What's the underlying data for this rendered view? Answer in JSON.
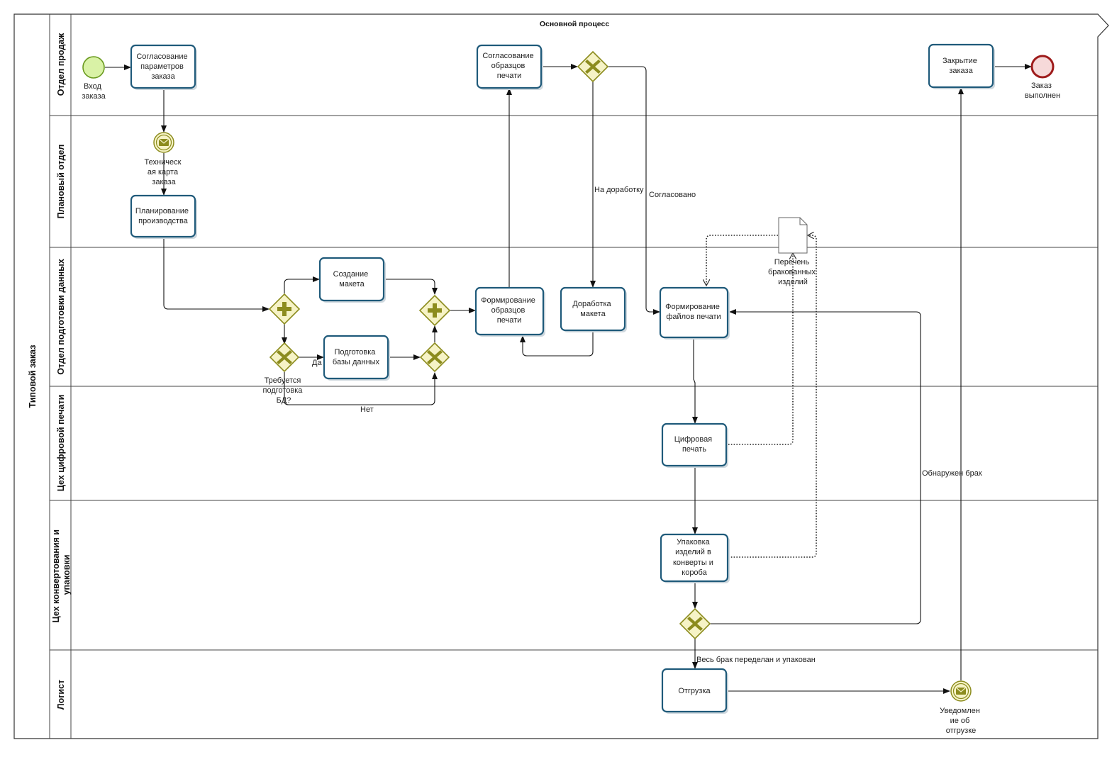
{
  "diagram": {
    "pool": {
      "title": "Типовой заказ"
    },
    "process": {
      "title": "Основной процесс"
    },
    "lanes": [
      {
        "id": "sales",
        "label": "Отдел продаж"
      },
      {
        "id": "planning",
        "label": "Плановый отдел"
      },
      {
        "id": "dataprep",
        "label": "Отдел подготовки данных"
      },
      {
        "id": "digital",
        "label": "Цех цифровой печати"
      },
      {
        "id": "packing",
        "label": "Цех конвертования и упаковки"
      },
      {
        "id": "logist",
        "label": "Логист"
      }
    ],
    "tasks": [
      {
        "id": "t-agree-params",
        "lines": [
          "Согласование",
          "параметров",
          "заказа"
        ]
      },
      {
        "id": "t-agree-samples",
        "lines": [
          "Согласование",
          "образцов",
          "печати"
        ]
      },
      {
        "id": "t-close-order",
        "lines": [
          "Закрытие",
          "заказа"
        ]
      },
      {
        "id": "t-planning",
        "lines": [
          "Планирование",
          "производства"
        ]
      },
      {
        "id": "t-create-layout",
        "lines": [
          "Создание",
          "макета"
        ]
      },
      {
        "id": "t-prepare-db",
        "lines": [
          "Подготовка",
          "базы данных"
        ]
      },
      {
        "id": "t-form-samples",
        "lines": [
          "Формирование",
          "образцов",
          "печати"
        ]
      },
      {
        "id": "t-rework-layout",
        "lines": [
          "Доработка",
          "макета"
        ]
      },
      {
        "id": "t-form-files",
        "lines": [
          "Формирование",
          "файлов печати"
        ]
      },
      {
        "id": "t-digital-print",
        "lines": [
          "Цифровая",
          "печать"
        ]
      },
      {
        "id": "t-pack",
        "lines": [
          "Упаковка",
          "изделий в",
          "конверты  и",
          "короба"
        ]
      },
      {
        "id": "t-shipment",
        "lines": [
          "Отгрузка"
        ]
      }
    ],
    "events": [
      {
        "id": "ev-start",
        "kind": "start",
        "lines": [
          "Вход",
          "заказа"
        ]
      },
      {
        "id": "ev-end",
        "kind": "end",
        "lines": [
          "Заказ",
          "выполнен"
        ]
      },
      {
        "id": "ev-tech-card",
        "kind": "message",
        "lines": [
          "Техническ",
          "ая карта",
          "заказа"
        ]
      },
      {
        "id": "ev-notify",
        "kind": "message",
        "lines": [
          "Уведомлен",
          "ие об",
          "отгрузке"
        ]
      }
    ],
    "gateways": [
      {
        "id": "gw-samples",
        "kind": "exclusive"
      },
      {
        "id": "gw-split",
        "kind": "parallel"
      },
      {
        "id": "gw-join",
        "kind": "parallel"
      },
      {
        "id": "gw-db-required",
        "kind": "exclusive",
        "lines": [
          "Требуется",
          "подготовка",
          "БД?"
        ]
      },
      {
        "id": "gw-db-merge",
        "kind": "exclusive"
      },
      {
        "id": "gw-defects",
        "kind": "exclusive"
      }
    ],
    "data_object": {
      "id": "do-defects",
      "lines": [
        "Перечень",
        "бракованных",
        "изделий"
      ]
    },
    "flow_labels": {
      "rework": "На доработку",
      "approved": "Согласовано",
      "yes": "Да",
      "no": "Нет",
      "defect_found": "Обнаружен брак",
      "all_fixed": "Весь брак переделан  и упакован"
    },
    "colors": {
      "task_border": "#1f5a7a",
      "gateway_fill": "#f6f3c6",
      "gateway_mark": "#8c8c1e",
      "start_event_fill": "#d9f2a6",
      "start_event_stroke": "#6a9a1f",
      "end_event_fill": "#f6d9d9",
      "end_event_stroke": "#9e1b1b",
      "message_event_stroke": "#8c8c1e"
    }
  }
}
